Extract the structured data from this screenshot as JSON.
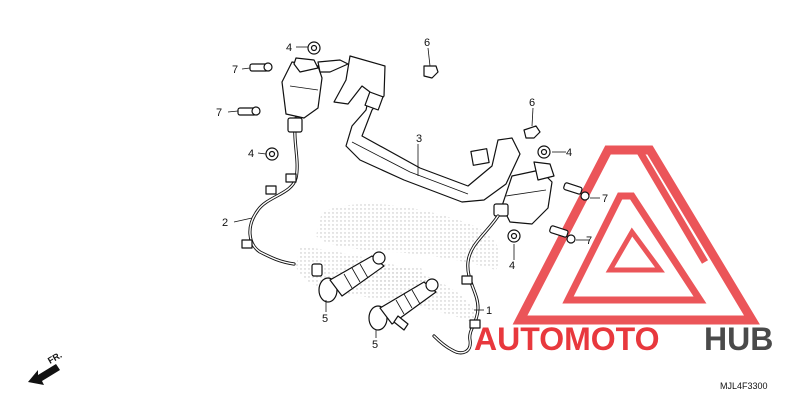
{
  "diagram": {
    "callouts": [
      "1",
      "2",
      "3",
      "4",
      "5",
      "6",
      "7"
    ],
    "part_code": "MJL4F3300",
    "front_arrow_label": "FR."
  },
  "watermark": {
    "word_red": "AUTOMOTO",
    "word_gray": "HUB",
    "color_red": "#e8383d",
    "color_gray": "#4a4a4a"
  }
}
